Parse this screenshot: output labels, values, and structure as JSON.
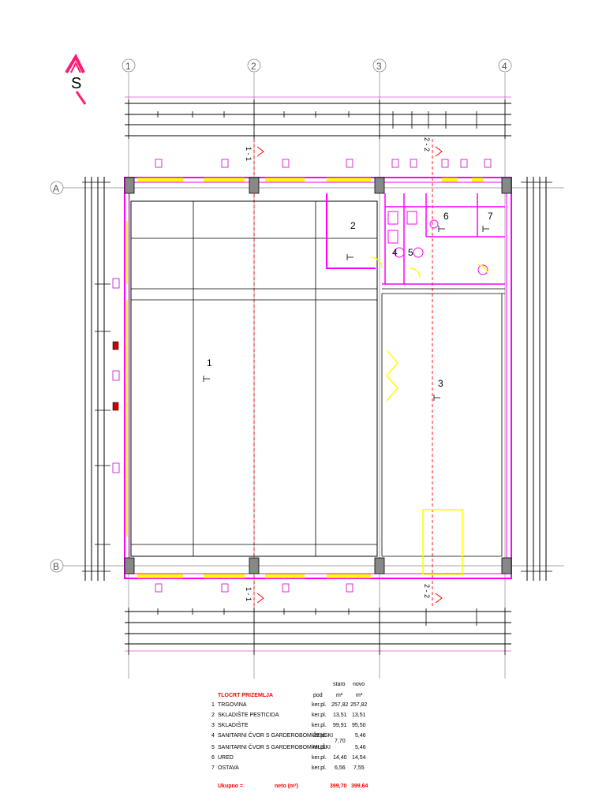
{
  "orientation_mark": "S",
  "grid_axes": {
    "columns": [
      "1",
      "2",
      "3",
      "4"
    ],
    "rows": [
      "A",
      "B"
    ]
  },
  "section_marks": [
    "1 - 1",
    "2 - 2"
  ],
  "rooms": [
    {
      "num": "1"
    },
    {
      "num": "2"
    },
    {
      "num": "3"
    },
    {
      "num": "4"
    },
    {
      "num": "5"
    },
    {
      "num": "6"
    },
    {
      "num": "7"
    }
  ],
  "legend": {
    "title": "TLOCRT PRIZEMLJA",
    "col_pod": "pod",
    "col_staro": "staro",
    "col_novo": "novo",
    "unit": "m²",
    "items": [
      {
        "num": "1",
        "name": "TRGOVINA",
        "pod": "ker.pl.",
        "staro": "257,82",
        "novo": "257,82"
      },
      {
        "num": "2",
        "name": "SKLADIŠTE PESTICIDA",
        "pod": "ker.pl.",
        "staro": "13,51",
        "novo": "13,51"
      },
      {
        "num": "3",
        "name": "SKLADIŠTE",
        "pod": "ker.pl.",
        "staro": "99,91",
        "novo": "95,50"
      },
      {
        "num": "4",
        "name": "SANITARNI ČVOR S GARDEROBOM ŽENSKI",
        "pod": "ker.pl.",
        "staro": "",
        "novo": "5,46"
      },
      {
        "num": "5",
        "name": "SANITARNI ČVOR S GARDEROBOM  MUŠKI",
        "pod": "ker.pl.",
        "staro": "",
        "novo": "5,46"
      },
      {
        "num": "6",
        "name": "URED",
        "pod": "ker.pl.",
        "staro": "14,40",
        "novo": "14,54"
      },
      {
        "num": "7",
        "name": "OSTAVA",
        "pod": "ker.pl.",
        "staro": "6,56",
        "novo": "7,55"
      }
    ],
    "merged_staro_45": "7,70",
    "total_label": "Ukupno =",
    "total_type": "neto (m²)",
    "total_staro": "399,70",
    "total_novo": "399,64"
  }
}
